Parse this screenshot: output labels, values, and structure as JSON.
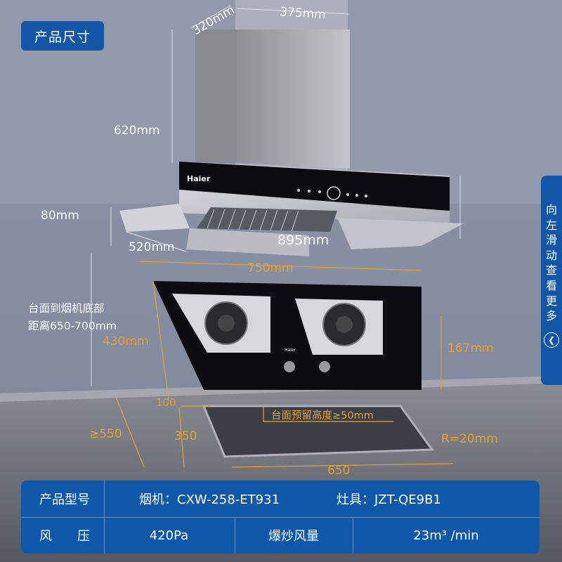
{
  "badge": "产品尺寸",
  "side_hint": {
    "chars": [
      "向",
      "左",
      "滑",
      "动",
      "查",
      "看",
      "更",
      "多"
    ],
    "icon": "chevron-left-circle-icon"
  },
  "brand": "Haier",
  "hood_brand_small": "Haier",
  "dimensions": {
    "depth_top": "320mm",
    "width_top": "375mm",
    "height_chimney": "620mm",
    "height_body": "80mm",
    "depth_body": "520mm",
    "width_body": "895mm",
    "cooktop_width": "750mm",
    "cooktop_depth": "430mm",
    "cooktop_height": "167mm",
    "distance_note_line1": "台面到烟机底部",
    "distance_note_line2": "距离650-700mm",
    "cut_offset": "100",
    "counter_min": "≥550",
    "cut_depth": "350",
    "cut_width": "650",
    "reserve_height": "台面预留高度≥50mm",
    "radius": "R=20mm"
  },
  "colors": {
    "accent": "#1356a8",
    "dimension": "#e8a030"
  },
  "specs": {
    "model_label": "产品型号",
    "hood_model": "烟机：CXW-258-ET931",
    "stove_model": "灶具：JZT-QE9B1",
    "pressure_label": "风　　压",
    "pressure_value": "420Pa",
    "airflow_label": "爆炒风量",
    "airflow_value": "23m³ /min"
  }
}
